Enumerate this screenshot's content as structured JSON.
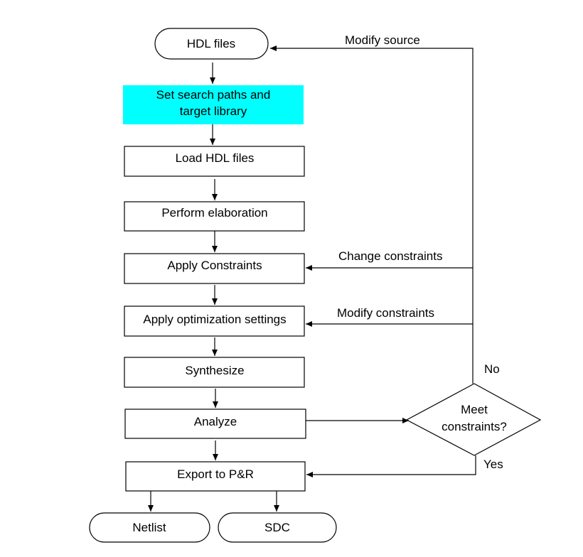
{
  "diagram": {
    "nodes": {
      "hdl_files": "HDL files",
      "set_search_line1": "Set search paths and",
      "set_search_line2": "target library",
      "load_hdl": "Load HDL files",
      "elaboration": "Perform elaboration",
      "apply_constraints": "Apply Constraints",
      "apply_opt": "Apply optimization settings",
      "synthesize": "Synthesize",
      "analyze": "Analyze",
      "meet_line1": "Meet",
      "meet_line2": "constraints?",
      "export": "Export to P&R",
      "netlist": "Netlist",
      "sdc": "SDC"
    },
    "edge_labels": {
      "modify_source": "Modify source",
      "change_constraints": "Change constraints",
      "modify_constraints": "Modify constraints",
      "no": "No",
      "yes": "Yes"
    },
    "colors": {
      "highlight": "#00ffff",
      "stroke": "#000000"
    }
  }
}
